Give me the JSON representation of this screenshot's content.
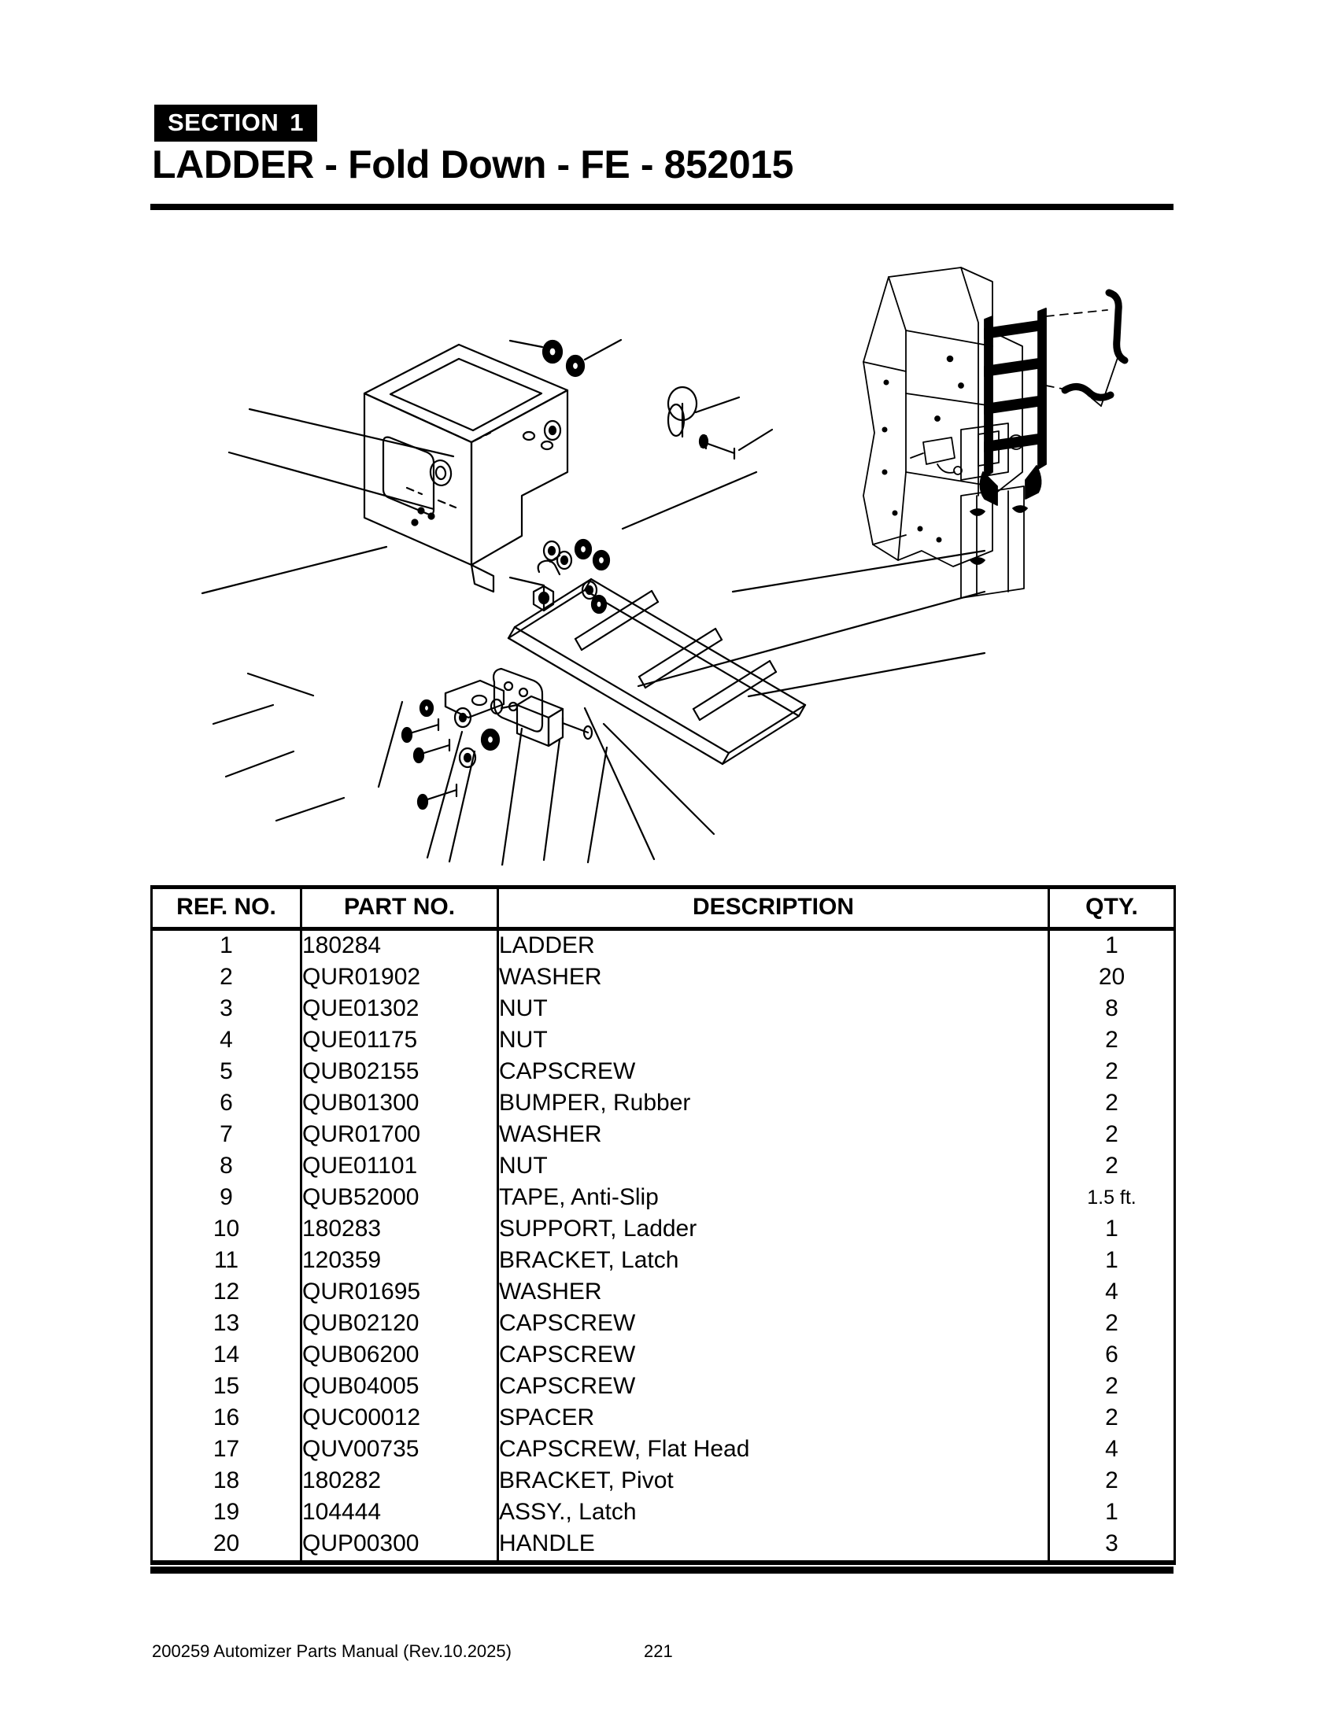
{
  "header": {
    "section_label": "SECTION",
    "section_number": "1",
    "title": "LADDER - Fold Down - FE - 852015"
  },
  "table": {
    "columns": [
      "REF. NO.",
      "PART NO.",
      "DESCRIPTION",
      "QTY."
    ],
    "rows": [
      {
        "ref": "1",
        "part": "180284",
        "desc": "LADDER",
        "qty": "1"
      },
      {
        "ref": "2",
        "part": "QUR01902",
        "desc": "WASHER",
        "qty": "20"
      },
      {
        "ref": "3",
        "part": "QUE01302",
        "desc": "NUT",
        "qty": "8"
      },
      {
        "ref": "4",
        "part": "QUE01175",
        "desc": "NUT",
        "qty": "2"
      },
      {
        "ref": "5",
        "part": "QUB02155",
        "desc": "CAPSCREW",
        "qty": "2"
      },
      {
        "ref": "6",
        "part": "QUB01300",
        "desc": "BUMPER, Rubber",
        "qty": "2"
      },
      {
        "ref": "7",
        "part": "QUR01700",
        "desc": "WASHER",
        "qty": "2"
      },
      {
        "ref": "8",
        "part": "QUE01101",
        "desc": "NUT",
        "qty": "2"
      },
      {
        "ref": "9",
        "part": "QUB52000",
        "desc": "TAPE, Anti-Slip",
        "qty": "1.5 ft."
      },
      {
        "ref": "10",
        "part": "180283",
        "desc": "SUPPORT, Ladder",
        "qty": "1"
      },
      {
        "ref": "11",
        "part": "120359",
        "desc": "BRACKET, Latch",
        "qty": "1"
      },
      {
        "ref": "12",
        "part": "QUR01695",
        "desc": "WASHER",
        "qty": "4"
      },
      {
        "ref": "13",
        "part": "QUB02120",
        "desc": "CAPSCREW",
        "qty": "2"
      },
      {
        "ref": "14",
        "part": "QUB06200",
        "desc": "CAPSCREW",
        "qty": "6"
      },
      {
        "ref": "15",
        "part": "QUB04005",
        "desc": "CAPSCREW",
        "qty": "2"
      },
      {
        "ref": "16",
        "part": "QUC00012",
        "desc": "SPACER",
        "qty": "2"
      },
      {
        "ref": "17",
        "part": "QUV00735",
        "desc": "CAPSCREW, Flat Head",
        "qty": "4"
      },
      {
        "ref": "18",
        "part": "180282",
        "desc": "BRACKET, Pivot",
        "qty": "2"
      },
      {
        "ref": "19",
        "part": "104444",
        "desc": "ASSY., Latch",
        "qty": "1"
      },
      {
        "ref": "20",
        "part": "QUP00300",
        "desc": "HANDLE",
        "qty": "3"
      }
    ]
  },
  "diagram": {
    "exploded_view_name": "ladder-fold-down-exploded-view",
    "installed_view_name": "ladder-installed-view"
  },
  "footer": {
    "document": "200259 Automizer Parts Manual (Rev.10.2025)",
    "page_number": "221"
  }
}
